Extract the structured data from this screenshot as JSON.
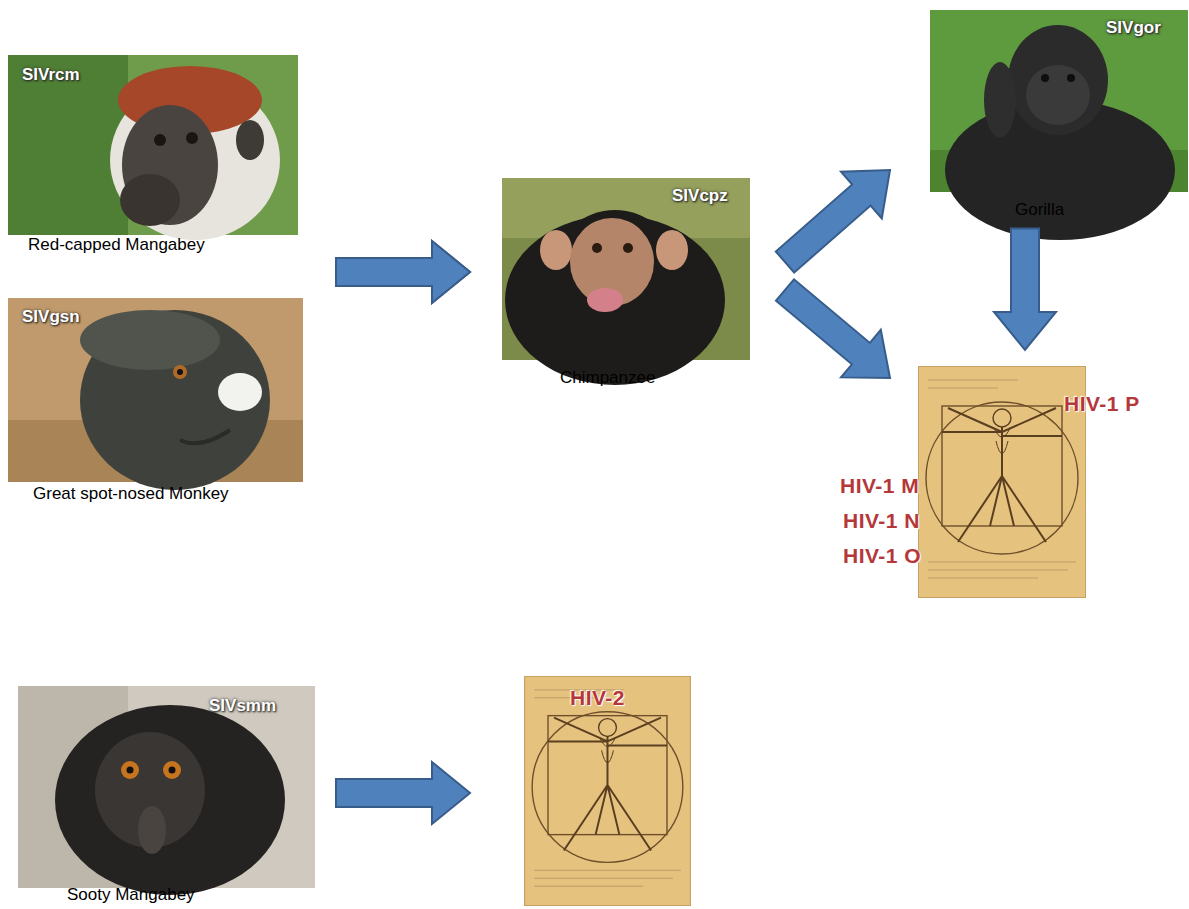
{
  "diagram": {
    "nodes": [
      {
        "text": [
          "SIVrcm",
          "Red-capped Mangabey"
        ]
      },
      {
        "text": [
          "SIVgsn",
          "Great spot-nosed Monkey"
        ]
      },
      {
        "text": [
          "SIVcpz",
          "Chimpanzee"
        ]
      },
      {
        "text": [
          "SIVgor",
          "Gorilla"
        ]
      },
      {
        "text": [
          "HIV-1 P",
          "HIV-1 M",
          "HIV-1 N",
          "HIV-1 O"
        ]
      },
      {
        "text": [
          "SIVsmm",
          "Sooty Mangabey"
        ]
      },
      {
        "text": [
          "HIV-2"
        ]
      }
    ],
    "edges": [
      {
        "from": 0,
        "to": 2,
        "arrow": "to"
      },
      {
        "from": 1,
        "to": 2,
        "arrow": "to"
      },
      {
        "from": 2,
        "to": 3,
        "arrow": "to"
      },
      {
        "from": 2,
        "to": 4,
        "arrow": "to"
      },
      {
        "from": 3,
        "to": 4,
        "arrow": "to"
      },
      {
        "from": 5,
        "to": 6,
        "arrow": "to"
      }
    ]
  }
}
